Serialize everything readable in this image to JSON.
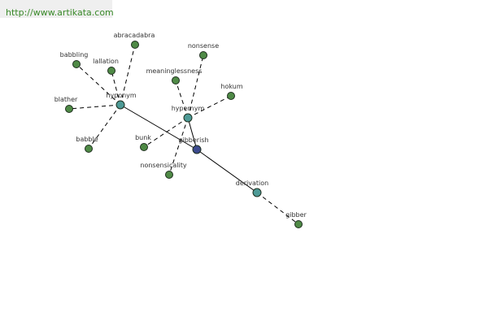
{
  "source_link": {
    "text": "http://www.artikata.com",
    "color": "#3a8a2a"
  },
  "graph": {
    "colors": {
      "center": "#3c4a8e",
      "relation": "#4d9a96",
      "leaf": "#4f8a46"
    },
    "nodes": [
      {
        "id": "gibberish",
        "label": "gibberish",
        "kind": "center"
      },
      {
        "id": "hyponym",
        "label": "hyponym",
        "kind": "relation"
      },
      {
        "id": "hypernym",
        "label": "hypernym",
        "kind": "relation"
      },
      {
        "id": "derivation",
        "label": "derivation",
        "kind": "relation"
      },
      {
        "id": "abracadabra",
        "label": "abracadabra",
        "kind": "leaf"
      },
      {
        "id": "babbling",
        "label": "babbling",
        "kind": "leaf"
      },
      {
        "id": "lallation",
        "label": "lallation",
        "kind": "leaf"
      },
      {
        "id": "blather",
        "label": "blather",
        "kind": "leaf"
      },
      {
        "id": "babble",
        "label": "babble",
        "kind": "leaf"
      },
      {
        "id": "nonsense",
        "label": "nonsense",
        "kind": "leaf"
      },
      {
        "id": "meaninglessness",
        "label": "meaninglessness",
        "kind": "leaf"
      },
      {
        "id": "hokum",
        "label": "hokum",
        "kind": "leaf"
      },
      {
        "id": "bunk",
        "label": "bunk",
        "kind": "leaf"
      },
      {
        "id": "nonsensicality",
        "label": "nonsensicality",
        "kind": "leaf"
      },
      {
        "id": "gibber",
        "label": "gibber",
        "kind": "leaf"
      }
    ],
    "edges": [
      {
        "from": "gibberish",
        "to": "hyponym",
        "style": "solid"
      },
      {
        "from": "gibberish",
        "to": "hypernym",
        "style": "solid"
      },
      {
        "from": "gibberish",
        "to": "derivation",
        "style": "solid"
      },
      {
        "from": "hyponym",
        "to": "abracadabra",
        "style": "dashed"
      },
      {
        "from": "hyponym",
        "to": "babbling",
        "style": "dashed"
      },
      {
        "from": "hyponym",
        "to": "lallation",
        "style": "dashed"
      },
      {
        "from": "hyponym",
        "to": "blather",
        "style": "dashed"
      },
      {
        "from": "hyponym",
        "to": "babble",
        "style": "dashed"
      },
      {
        "from": "hypernym",
        "to": "nonsense",
        "style": "dashed"
      },
      {
        "from": "hypernym",
        "to": "meaninglessness",
        "style": "dashed"
      },
      {
        "from": "hypernym",
        "to": "hokum",
        "style": "dashed"
      },
      {
        "from": "hypernym",
        "to": "bunk",
        "style": "dashed"
      },
      {
        "from": "hypernym",
        "to": "nonsensicality",
        "style": "dashed"
      },
      {
        "from": "derivation",
        "to": "gibber",
        "style": "dashed"
      }
    ]
  }
}
